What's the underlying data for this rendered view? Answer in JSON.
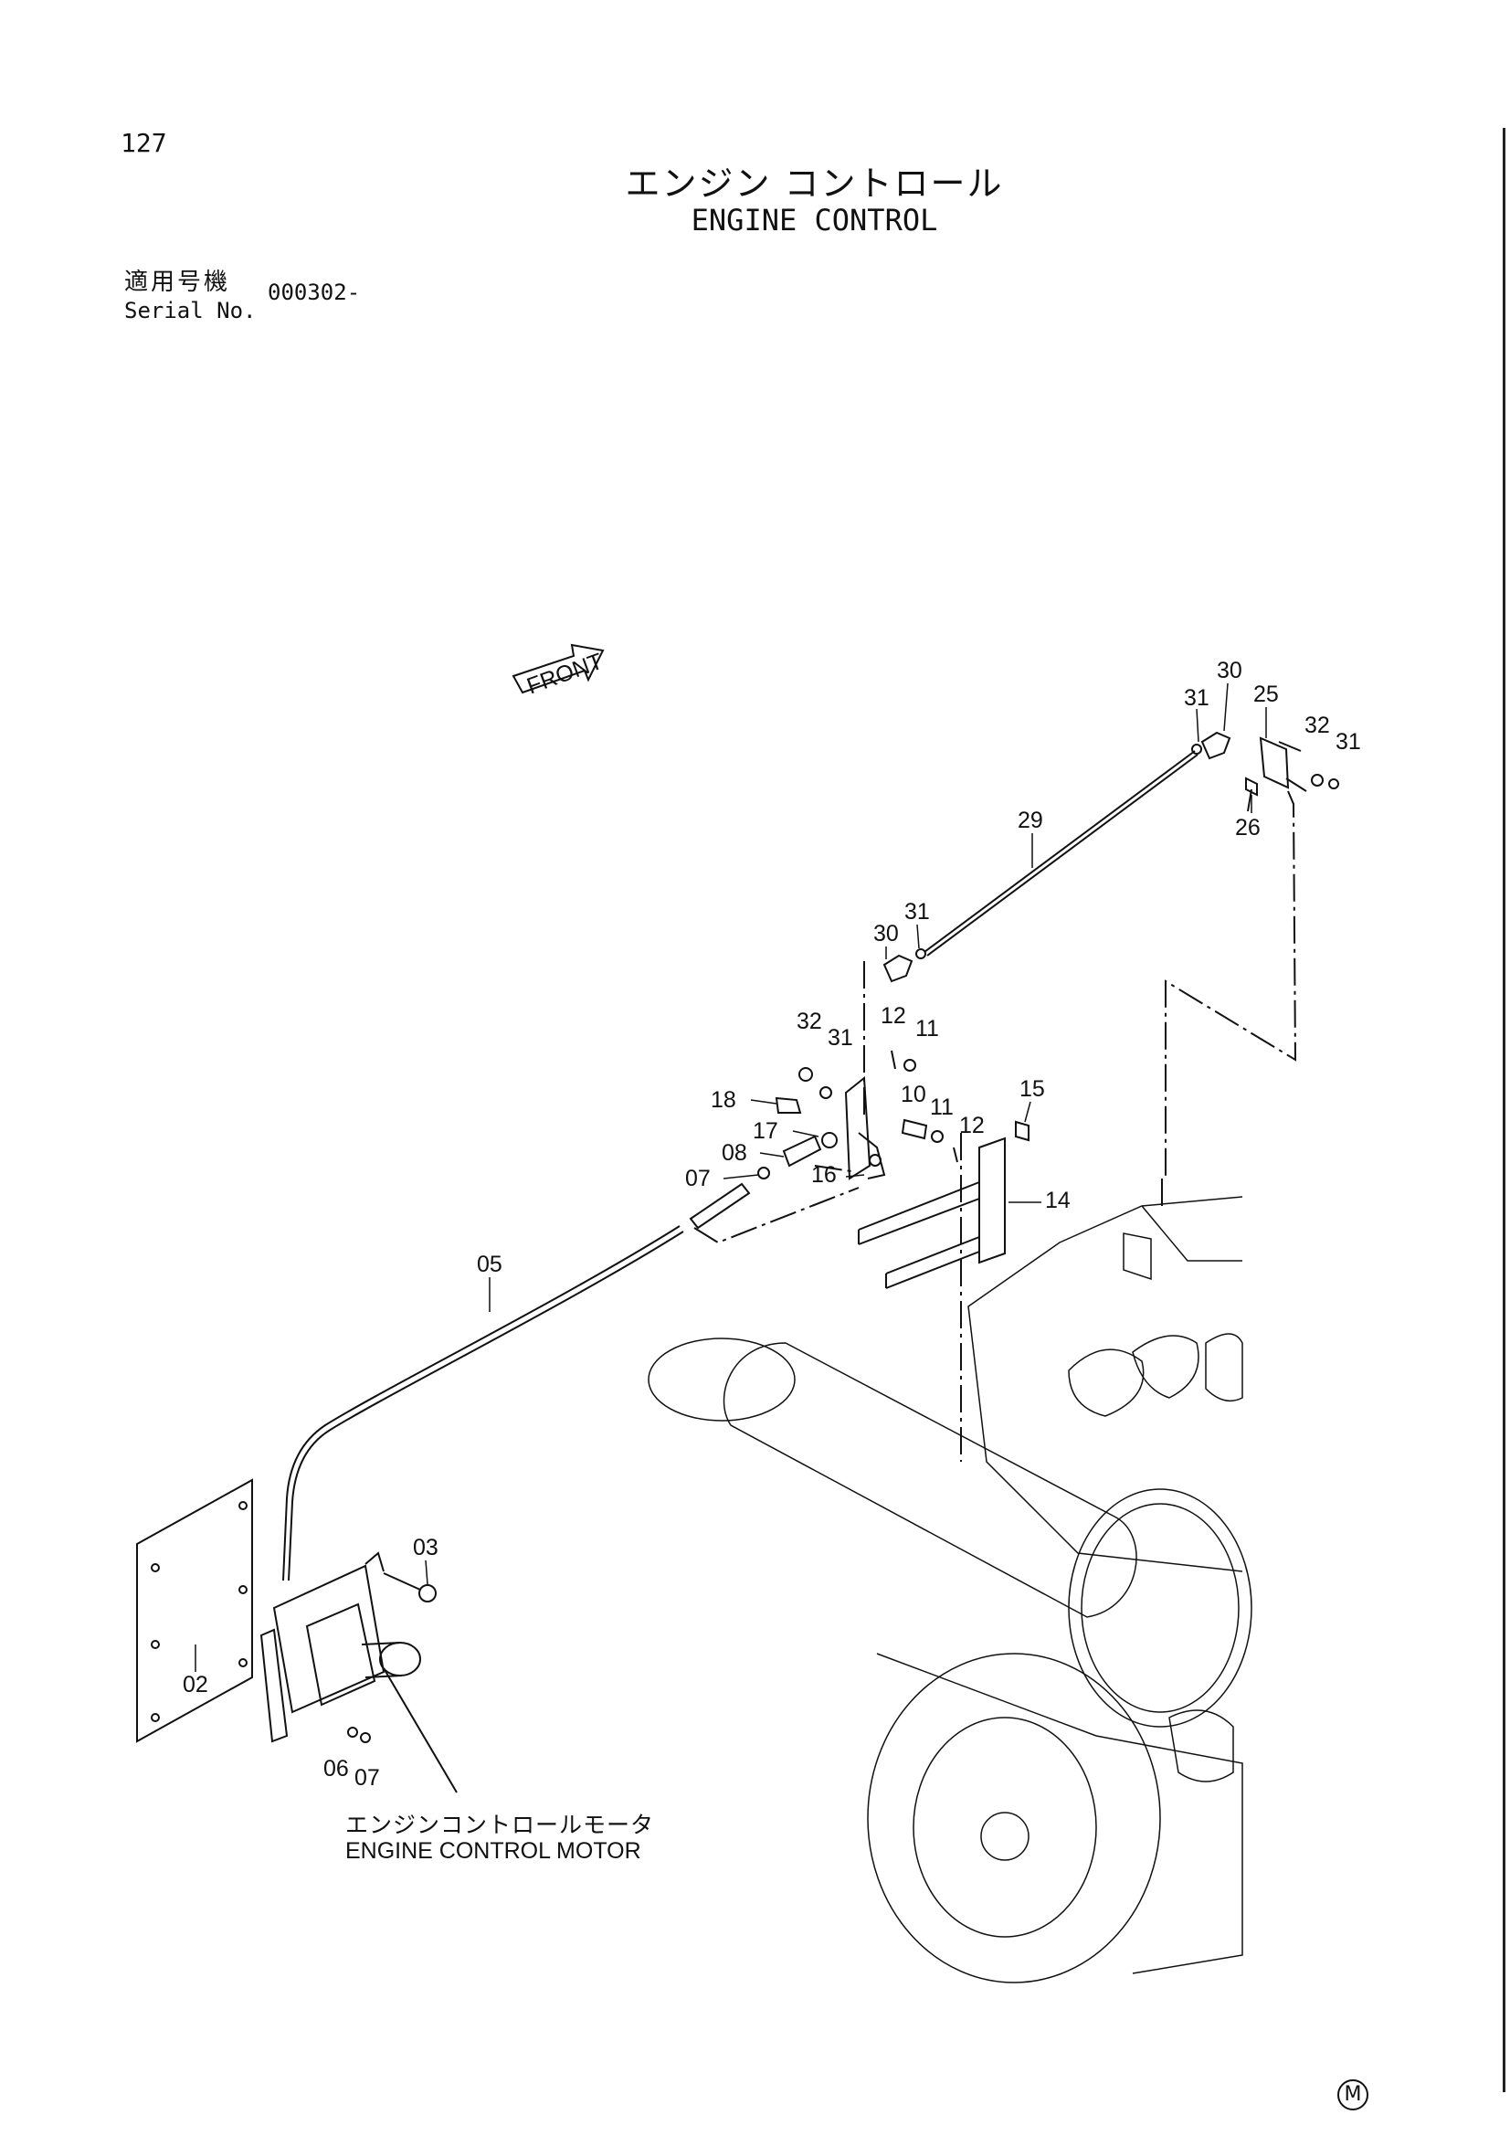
{
  "header": {
    "page_number": "127",
    "title_jp": "エンジン コントロール",
    "title_en": "ENGINE CONTROL"
  },
  "serial": {
    "label_jp": "適用号機",
    "label_en": "Serial No.",
    "value": "000302-"
  },
  "arrow_label": "FRONT",
  "callouts": {
    "p30a": "30",
    "p31a": "31",
    "p25": "25",
    "p32a": "32",
    "p31b": "31",
    "p26": "26",
    "p29": "29",
    "p30b": "30",
    "p31c": "31",
    "p32b": "32",
    "p31d": "31",
    "p12a": "12",
    "p11a": "11",
    "p18": "18",
    "p10": "10",
    "p11b": "11",
    "p12b": "12",
    "p15": "15",
    "p17": "17",
    "p08": "08",
    "p16": "16",
    "p07a": "07",
    "p14": "14",
    "p05": "05",
    "p03": "03",
    "p02": "02",
    "p06": "06",
    "p07b": "07"
  },
  "motor_label": {
    "jp": "エンジンコントロールモータ",
    "en": "ENGINE CONTROL MOTOR"
  },
  "footer_mark": "M"
}
